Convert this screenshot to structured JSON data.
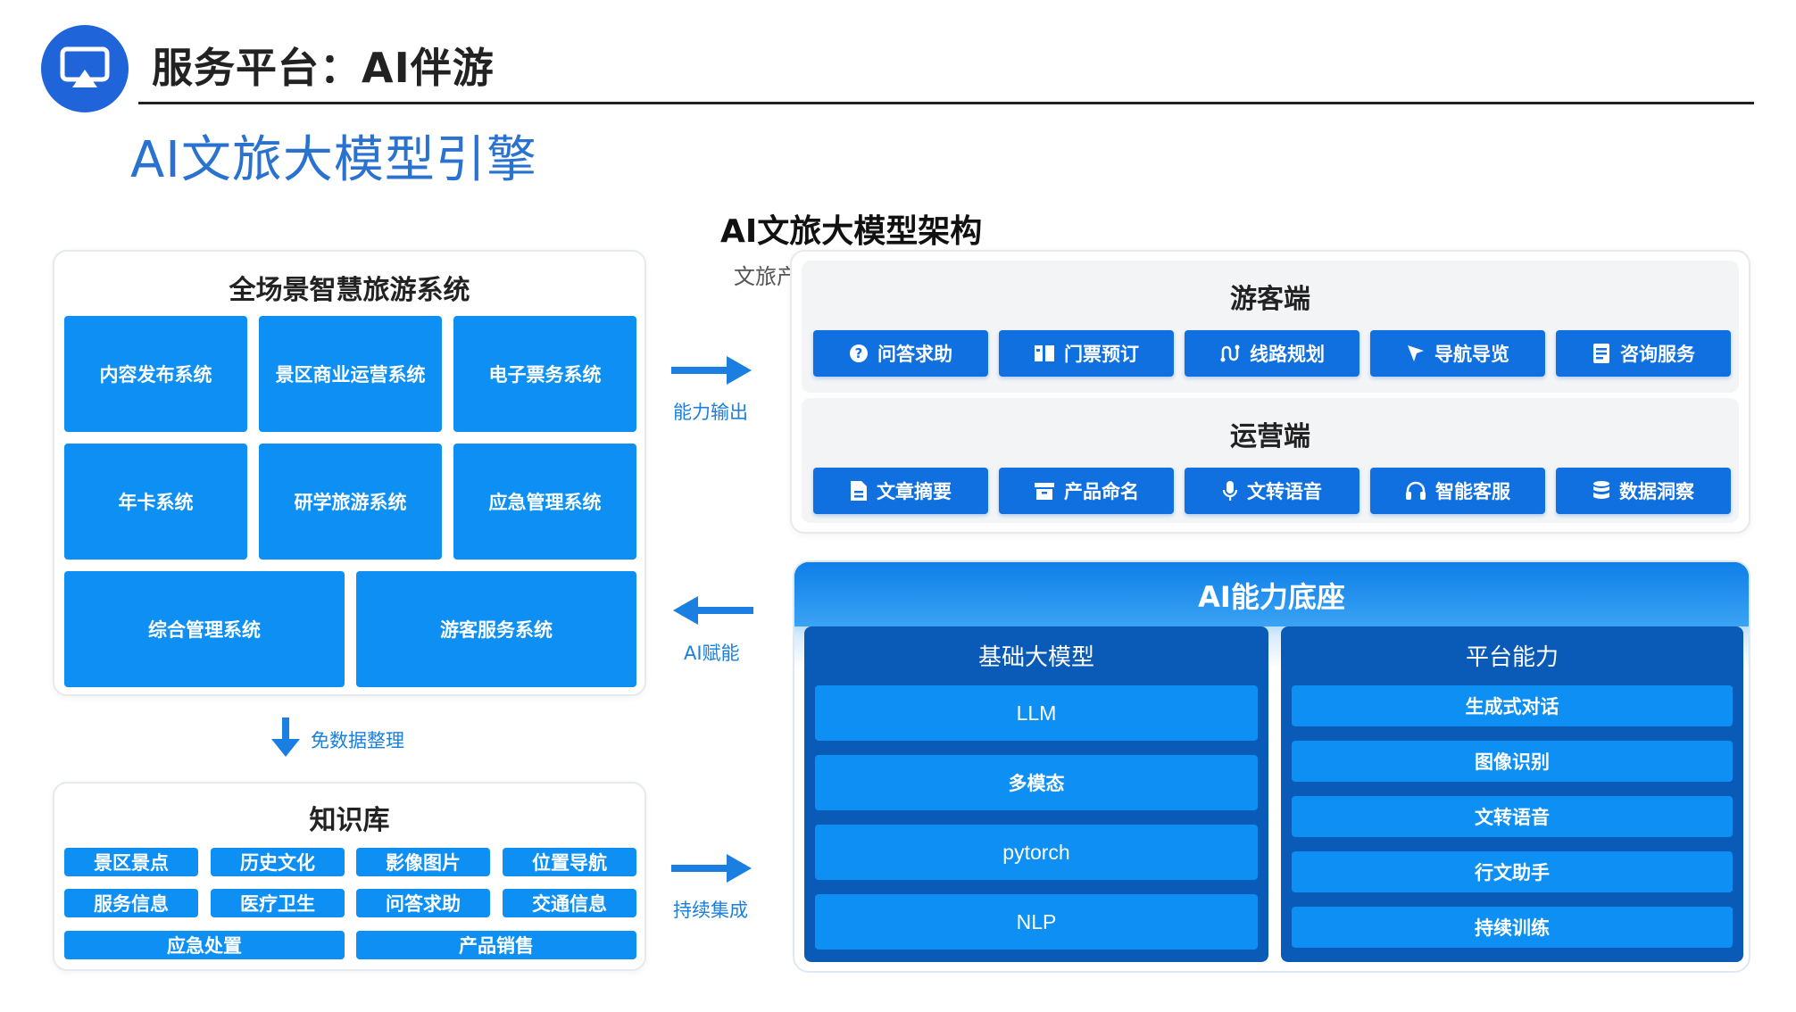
{
  "header": {
    "title": "服务平台：AI伴游",
    "subtitle": "AI文旅大模型引擎",
    "logo_icon": "airplay-screen-icon",
    "brand_color": "#1f64d8"
  },
  "architecture": {
    "title": "AI文旅大模型架构",
    "subtitle": "文旅产业的智能转型引擎"
  },
  "systems_panel": {
    "title": "全场景智慧旅游系统",
    "items": [
      "内容发布系统",
      "景区商业运营系统",
      "电子票务系统",
      "年卡系统",
      "研学旅游系统",
      "应急管理系统",
      "综合管理系统",
      "游客服务系统"
    ]
  },
  "knowledge_panel": {
    "title": "知识库",
    "items": [
      "景区景点",
      "历史文化",
      "影像图片",
      "位置导航",
      "服务信息",
      "医疗卫生",
      "问答求助",
      "交通信息",
      "应急处置",
      "产品销售"
    ]
  },
  "arrows": {
    "down_label": "免数据整理",
    "output_label": "能力输出",
    "empower_label": "AI赋能",
    "integrate_label": "持续集成"
  },
  "visitor_end": {
    "title": "游客端",
    "items": [
      {
        "label": "问答求助",
        "icon": "question-circle-icon"
      },
      {
        "label": "门票预订",
        "icon": "ticket-icon"
      },
      {
        "label": "线路规划",
        "icon": "route-icon"
      },
      {
        "label": "导航导览",
        "icon": "navigation-arrow-icon"
      },
      {
        "label": "咨询服务",
        "icon": "document-list-icon"
      }
    ]
  },
  "operation_end": {
    "title": "运营端",
    "items": [
      {
        "label": "文章摘要",
        "icon": "document-icon"
      },
      {
        "label": "产品命名",
        "icon": "archive-box-icon"
      },
      {
        "label": "文转语音",
        "icon": "microphone-icon"
      },
      {
        "label": "智能客服",
        "icon": "headset-icon"
      },
      {
        "label": "数据洞察",
        "icon": "database-icon"
      }
    ]
  },
  "ai_base": {
    "title": "AI能力底座",
    "foundation": {
      "title": "基础大模型",
      "items": [
        "LLM",
        "多模态",
        "pytorch",
        "NLP"
      ]
    },
    "platform": {
      "title": "平台能力",
      "items": [
        "生成式对话",
        "图像识别",
        "文转语音",
        "行文助手",
        "持续训练"
      ]
    }
  }
}
